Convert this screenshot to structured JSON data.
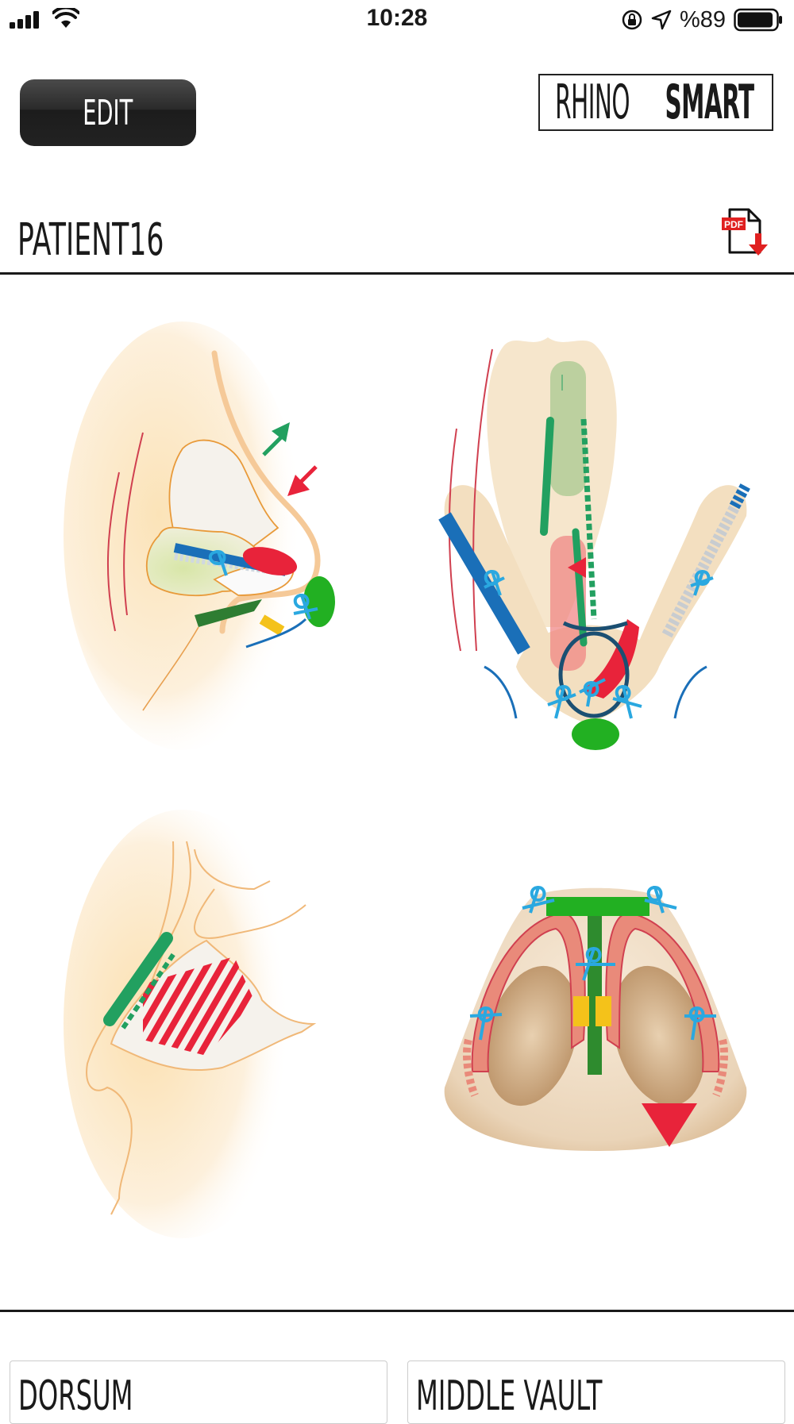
{
  "status_bar": {
    "time": "10:28",
    "battery_text": "%89",
    "icons": [
      "signal-icon",
      "wifi-icon",
      "rotation-lock-icon",
      "location-icon",
      "battery-icon"
    ]
  },
  "header": {
    "edit_label": "EDIT",
    "logo_light": "RHINO",
    "logo_bold": "SMART"
  },
  "patient": {
    "name": "PATIENT16",
    "pdf_icon": "pdf-download-icon",
    "pdf_icon_text": "PDF"
  },
  "diagrams": [
    {
      "id": "lateral-view",
      "name": "nose-lateral-diagram"
    },
    {
      "id": "dorsal-view",
      "name": "nose-dorsal-diagram"
    },
    {
      "id": "side-profile",
      "name": "nose-profile-diagram"
    },
    {
      "id": "base-view",
      "name": "nose-base-diagram"
    }
  ],
  "sections": [
    {
      "title": "DORSUM"
    },
    {
      "title": "MIDDLE VAULT"
    }
  ],
  "colors": {
    "green": "#22a060",
    "dark_green": "#2e7d32",
    "blue": "#1a6fb8",
    "light_blue": "#2aa8e0",
    "red": "#e8233a",
    "yellow": "#f4c21a",
    "skin": "#f6e6cc"
  }
}
